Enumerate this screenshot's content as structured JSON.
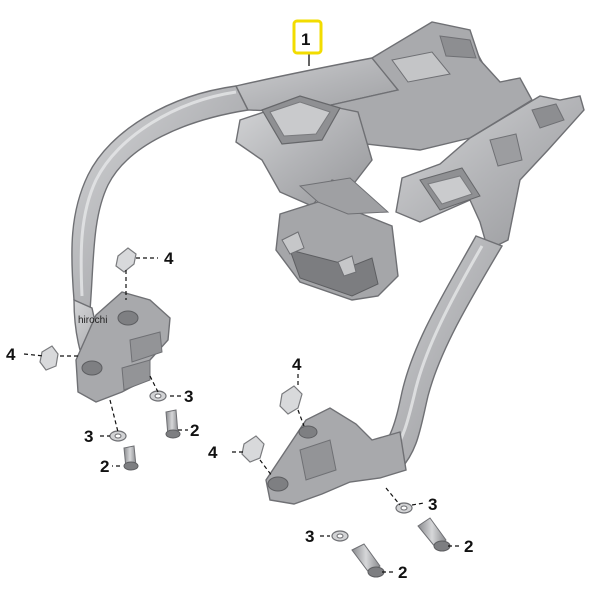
{
  "colors": {
    "part_body": "#b6b7b9",
    "part_dark": "#8f9093",
    "part_light": "#dcdddf",
    "outline": "#6f7074",
    "highlight_box": "#f2dc00"
  },
  "watermark": "hirochi",
  "callouts": [
    {
      "id": "part-1",
      "text": "1",
      "highlighted": true
    },
    {
      "id": "clip-left-top",
      "text": "4"
    },
    {
      "id": "clip-left-side",
      "text": "4"
    },
    {
      "id": "washer-left-inner",
      "text": "3"
    },
    {
      "id": "bolt-left-inner",
      "text": "2"
    },
    {
      "id": "washer-left-outer",
      "text": "3"
    },
    {
      "id": "bolt-left-outer",
      "text": "2"
    },
    {
      "id": "clip-right-top",
      "text": "4"
    },
    {
      "id": "clip-right-side",
      "text": "4"
    },
    {
      "id": "washer-right-outer",
      "text": "3"
    },
    {
      "id": "bolt-right-outer",
      "text": "2"
    },
    {
      "id": "washer-right-inner",
      "text": "3"
    },
    {
      "id": "bolt-right-inner",
      "text": "2"
    }
  ]
}
